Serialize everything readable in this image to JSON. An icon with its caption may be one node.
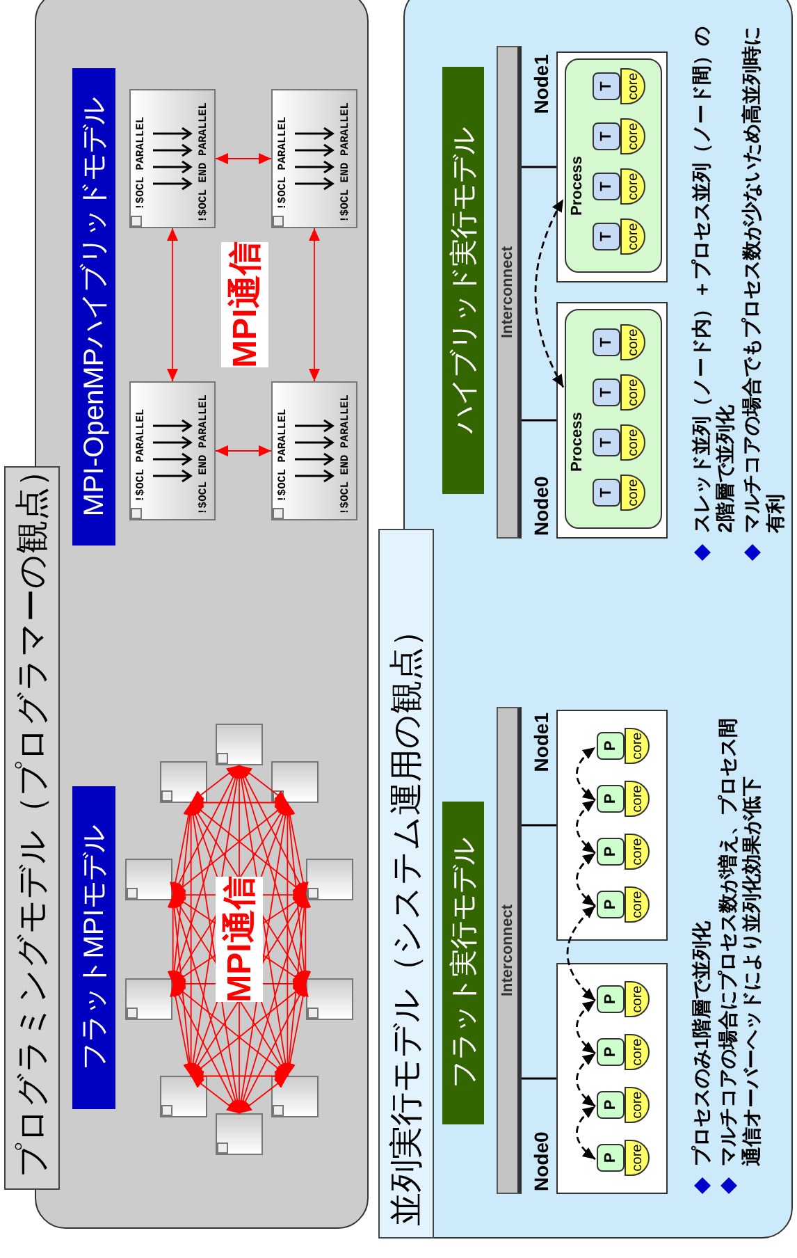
{
  "diagram": {
    "nodes": [
      {
        "text": [
          "プログラミングモデル（プログラマーの観点）"
        ]
      },
      {
        "text": [
          "フラットMPIモデル"
        ],
        "in": 0
      },
      {
        "text": [],
        "shape": "box",
        "in": 0
      },
      {
        "text": [],
        "shape": "box",
        "in": 0
      },
      {
        "text": [],
        "shape": "box",
        "in": 0
      },
      {
        "text": [],
        "shape": "box",
        "in": 0
      },
      {
        "text": [],
        "shape": "box",
        "in": 0
      },
      {
        "text": [],
        "shape": "box",
        "in": 0
      },
      {
        "text": [],
        "shape": "box",
        "in": 0
      },
      {
        "text": [],
        "shape": "box",
        "in": 0
      },
      {
        "text": [],
        "shape": "box",
        "in": 0
      },
      {
        "text": [],
        "shape": "box",
        "in": 0
      },
      {
        "text": [
          "MPI-OpenMPハイブリッドモデル"
        ],
        "in": 0
      },
      {
        "text": [
          "!$OCL PARALLEL",
          "!$OCL END PARALLEL"
        ],
        "in": 0
      },
      {
        "text": [
          "!$OCL PARALLEL",
          "!$OCL END PARALLEL"
        ],
        "in": 0
      },
      {
        "text": [
          "!$OCL PARALLEL",
          "!$OCL END PARALLEL"
        ],
        "in": 0
      },
      {
        "text": [
          "!$OCL PARALLEL",
          "!$OCL END PARALLEL"
        ],
        "in": 0
      },
      {
        "text": [
          "並列実行モデル（システム運用の観点）"
        ]
      },
      {
        "text": [
          "フラット実行モデル"
        ],
        "in": 17
      },
      {
        "text": [
          "Interconnect"
        ],
        "in": 17
      },
      {
        "text": [
          "Node0"
        ],
        "in": 17
      },
      {
        "text": [
          "P"
        ],
        "in": 20
      },
      {
        "text": [
          "core"
        ],
        "in": 20
      },
      {
        "text": [
          "P"
        ],
        "in": 20
      },
      {
        "text": [
          "core"
        ],
        "in": 20
      },
      {
        "text": [
          "P"
        ],
        "in": 20
      },
      {
        "text": [
          "core"
        ],
        "in": 20
      },
      {
        "text": [
          "P"
        ],
        "in": 20
      },
      {
        "text": [
          "core"
        ],
        "in": 20
      },
      {
        "text": [
          "Node1"
        ],
        "in": 17
      },
      {
        "text": [
          "P"
        ],
        "in": 29
      },
      {
        "text": [
          "core"
        ],
        "in": 29
      },
      {
        "text": [
          "P"
        ],
        "in": 29
      },
      {
        "text": [
          "core"
        ],
        "in": 29
      },
      {
        "text": [
          "P"
        ],
        "in": 29
      },
      {
        "text": [
          "core"
        ],
        "in": 29
      },
      {
        "text": [
          "P"
        ],
        "in": 29
      },
      {
        "text": [
          "core"
        ],
        "in": 29
      },
      {
        "text": [
          "ハイブリッド実行モデル"
        ],
        "in": 17
      },
      {
        "text": [
          "Interconnect"
        ],
        "in": 17
      },
      {
        "text": [
          "Node0"
        ],
        "in": 17
      },
      {
        "text": [
          "Process"
        ],
        "in": 40
      },
      {
        "text": [
          "T"
        ],
        "in": 41
      },
      {
        "text": [
          "core"
        ],
        "in": 41
      },
      {
        "text": [
          "T"
        ],
        "in": 41
      },
      {
        "text": [
          "core"
        ],
        "in": 41
      },
      {
        "text": [
          "T"
        ],
        "in": 41
      },
      {
        "text": [
          "core"
        ],
        "in": 41
      },
      {
        "text": [
          "T"
        ],
        "in": 41
      },
      {
        "text": [
          "core"
        ],
        "in": 41
      },
      {
        "text": [
          "Node1"
        ],
        "in": 17
      },
      {
        "text": [
          "Process"
        ],
        "in": 50
      },
      {
        "text": [
          "T"
        ],
        "in": 51
      },
      {
        "text": [
          "core"
        ],
        "in": 51
      },
      {
        "text": [
          "T"
        ],
        "in": 51
      },
      {
        "text": [
          "core"
        ],
        "in": 51
      },
      {
        "text": [
          "T"
        ],
        "in": 51
      },
      {
        "text": [
          "core"
        ],
        "in": 51
      },
      {
        "text": [
          "T"
        ],
        "in": 51
      },
      {
        "text": [
          "core"
        ],
        "in": 51
      }
    ],
    "edges": [
      {
        "from": 2,
        "to": 3,
        "arrow": "both",
        "color": "#ff0000"
      },
      {
        "from": 2,
        "to": 4,
        "arrow": "both",
        "color": "#ff0000"
      },
      {
        "from": 2,
        "to": 5,
        "arrow": "both",
        "color": "#ff0000"
      },
      {
        "from": 2,
        "to": 6,
        "arrow": "both",
        "color": "#ff0000"
      },
      {
        "from": 2,
        "to": 7,
        "arrow": "both",
        "color": "#ff0000"
      },
      {
        "from": 2,
        "to": 8,
        "arrow": "both",
        "color": "#ff0000"
      },
      {
        "from": 2,
        "to": 9,
        "arrow": "both",
        "color": "#ff0000"
      },
      {
        "from": 2,
        "to": 10,
        "arrow": "both",
        "color": "#ff0000"
      },
      {
        "from": 2,
        "to": 11,
        "arrow": "both",
        "color": "#ff0000"
      },
      {
        "from": 3,
        "to": 4,
        "arrow": "both",
        "color": "#ff0000"
      },
      {
        "from": 3,
        "to": 5,
        "arrow": "both",
        "color": "#ff0000"
      },
      {
        "from": 3,
        "to": 6,
        "arrow": "both",
        "color": "#ff0000"
      },
      {
        "from": 3,
        "to": 7,
        "arrow": "both",
        "color": "#ff0000"
      },
      {
        "from": 3,
        "to": 8,
        "arrow": "both",
        "color": "#ff0000"
      },
      {
        "from": 3,
        "to": 9,
        "arrow": "both",
        "color": "#ff0000"
      },
      {
        "from": 3,
        "to": 10,
        "arrow": "both",
        "color": "#ff0000"
      },
      {
        "from": 3,
        "to": 11,
        "arrow": "both",
        "color": "#ff0000"
      },
      {
        "from": 4,
        "to": 5,
        "arrow": "both",
        "color": "#ff0000"
      },
      {
        "from": 4,
        "to": 6,
        "arrow": "both",
        "color": "#ff0000"
      },
      {
        "from": 4,
        "to": 7,
        "arrow": "both",
        "color": "#ff0000"
      },
      {
        "from": 4,
        "to": 8,
        "arrow": "both",
        "color": "#ff0000"
      },
      {
        "from": 4,
        "to": 9,
        "arrow": "both",
        "color": "#ff0000"
      },
      {
        "from": 4,
        "to": 10,
        "arrow": "both",
        "color": "#ff0000"
      },
      {
        "from": 4,
        "to": 11,
        "arrow": "both",
        "color": "#ff0000"
      },
      {
        "from": 5,
        "to": 6,
        "arrow": "both",
        "color": "#ff0000"
      },
      {
        "from": 5,
        "to": 7,
        "arrow": "both",
        "color": "#ff0000"
      },
      {
        "from": 5,
        "to": 8,
        "arrow": "both",
        "color": "#ff0000"
      },
      {
        "from": 5,
        "to": 9,
        "arrow": "both",
        "color": "#ff0000"
      },
      {
        "from": 5,
        "to": 10,
        "arrow": "both",
        "color": "#ff0000"
      },
      {
        "from": 5,
        "to": 11,
        "arrow": "both",
        "color": "#ff0000"
      },
      {
        "from": 6,
        "to": 7,
        "arrow": "both",
        "color": "#ff0000"
      },
      {
        "from": 6,
        "to": 8,
        "arrow": "both",
        "color": "#ff0000"
      },
      {
        "from": 6,
        "to": 9,
        "arrow": "both",
        "color": "#ff0000"
      },
      {
        "from": 6,
        "to": 10,
        "arrow": "both",
        "color": "#ff0000"
      },
      {
        "from": 6,
        "to": 11,
        "arrow": "both",
        "color": "#ff0000"
      },
      {
        "from": 7,
        "to": 8,
        "arrow": "both",
        "color": "#ff0000"
      },
      {
        "from": 7,
        "to": 9,
        "arrow": "both",
        "color": "#ff0000"
      },
      {
        "from": 7,
        "to": 10,
        "arrow": "both",
        "color": "#ff0000"
      },
      {
        "from": 7,
        "to": 11,
        "arrow": "both",
        "color": "#ff0000"
      },
      {
        "from": 8,
        "to": 9,
        "arrow": "both",
        "color": "#ff0000"
      },
      {
        "from": 8,
        "to": 10,
        "arrow": "both",
        "color": "#ff0000"
      },
      {
        "from": 8,
        "to": 11,
        "arrow": "both",
        "color": "#ff0000"
      },
      {
        "from": 9,
        "to": 10,
        "arrow": "both",
        "color": "#ff0000"
      },
      {
        "from": 9,
        "to": 11,
        "arrow": "both",
        "color": "#ff0000"
      },
      {
        "from": 10,
        "to": 11,
        "arrow": "both",
        "color": "#ff0000"
      },
      {
        "from": 13,
        "to": 14,
        "arrow": "both",
        "color": "#ff0000"
      },
      {
        "from": 15,
        "to": 16,
        "arrow": "both",
        "color": "#ff0000"
      },
      {
        "from": 13,
        "to": 15,
        "arrow": "both",
        "color": "#ff0000"
      },
      {
        "from": 14,
        "to": 16,
        "arrow": "both",
        "color": "#ff0000"
      },
      {
        "from": 19,
        "to": 20,
        "arrow": "none",
        "color": "#000000"
      },
      {
        "from": 19,
        "to": 29,
        "arrow": "none",
        "color": "#000000"
      },
      {
        "from": 21,
        "to": 23,
        "arrow": "both",
        "style": "dashed",
        "color": "#000000"
      },
      {
        "from": 23,
        "to": 25,
        "arrow": "both",
        "style": "dashed",
        "color": "#000000"
      },
      {
        "from": 25,
        "to": 27,
        "arrow": "both",
        "style": "dashed",
        "color": "#000000"
      },
      {
        "from": 27,
        "to": 30,
        "arrow": "both",
        "style": "dashed",
        "color": "#000000"
      },
      {
        "from": 30,
        "to": 32,
        "arrow": "both",
        "style": "dashed",
        "color": "#000000"
      },
      {
        "from": 32,
        "to": 34,
        "arrow": "both",
        "style": "dashed",
        "color": "#000000"
      },
      {
        "from": 34,
        "to": 36,
        "arrow": "both",
        "style": "dashed",
        "color": "#000000"
      },
      {
        "from": 39,
        "to": 40,
        "arrow": "none",
        "color": "#000000"
      },
      {
        "from": 39,
        "to": 50,
        "arrow": "none",
        "color": "#000000"
      },
      {
        "from": 41,
        "to": 51,
        "arrow": "both",
        "style": "dashed",
        "color": "#000000"
      }
    ],
    "labels": [
      "MPI通信",
      "MPI通信",
      "プロセスのみ1階層で並列化",
      "マルチコアの場合にプロセス数が増え、プロセス間通信オーバーヘッドにより並列化効果が低下",
      "スレッド並列（ノード内）＋プロセス並列（ノード間）の2階層で並列化",
      "マルチコアの場合でもプロセス数が少ないため高並列時に有利"
    ]
  }
}
